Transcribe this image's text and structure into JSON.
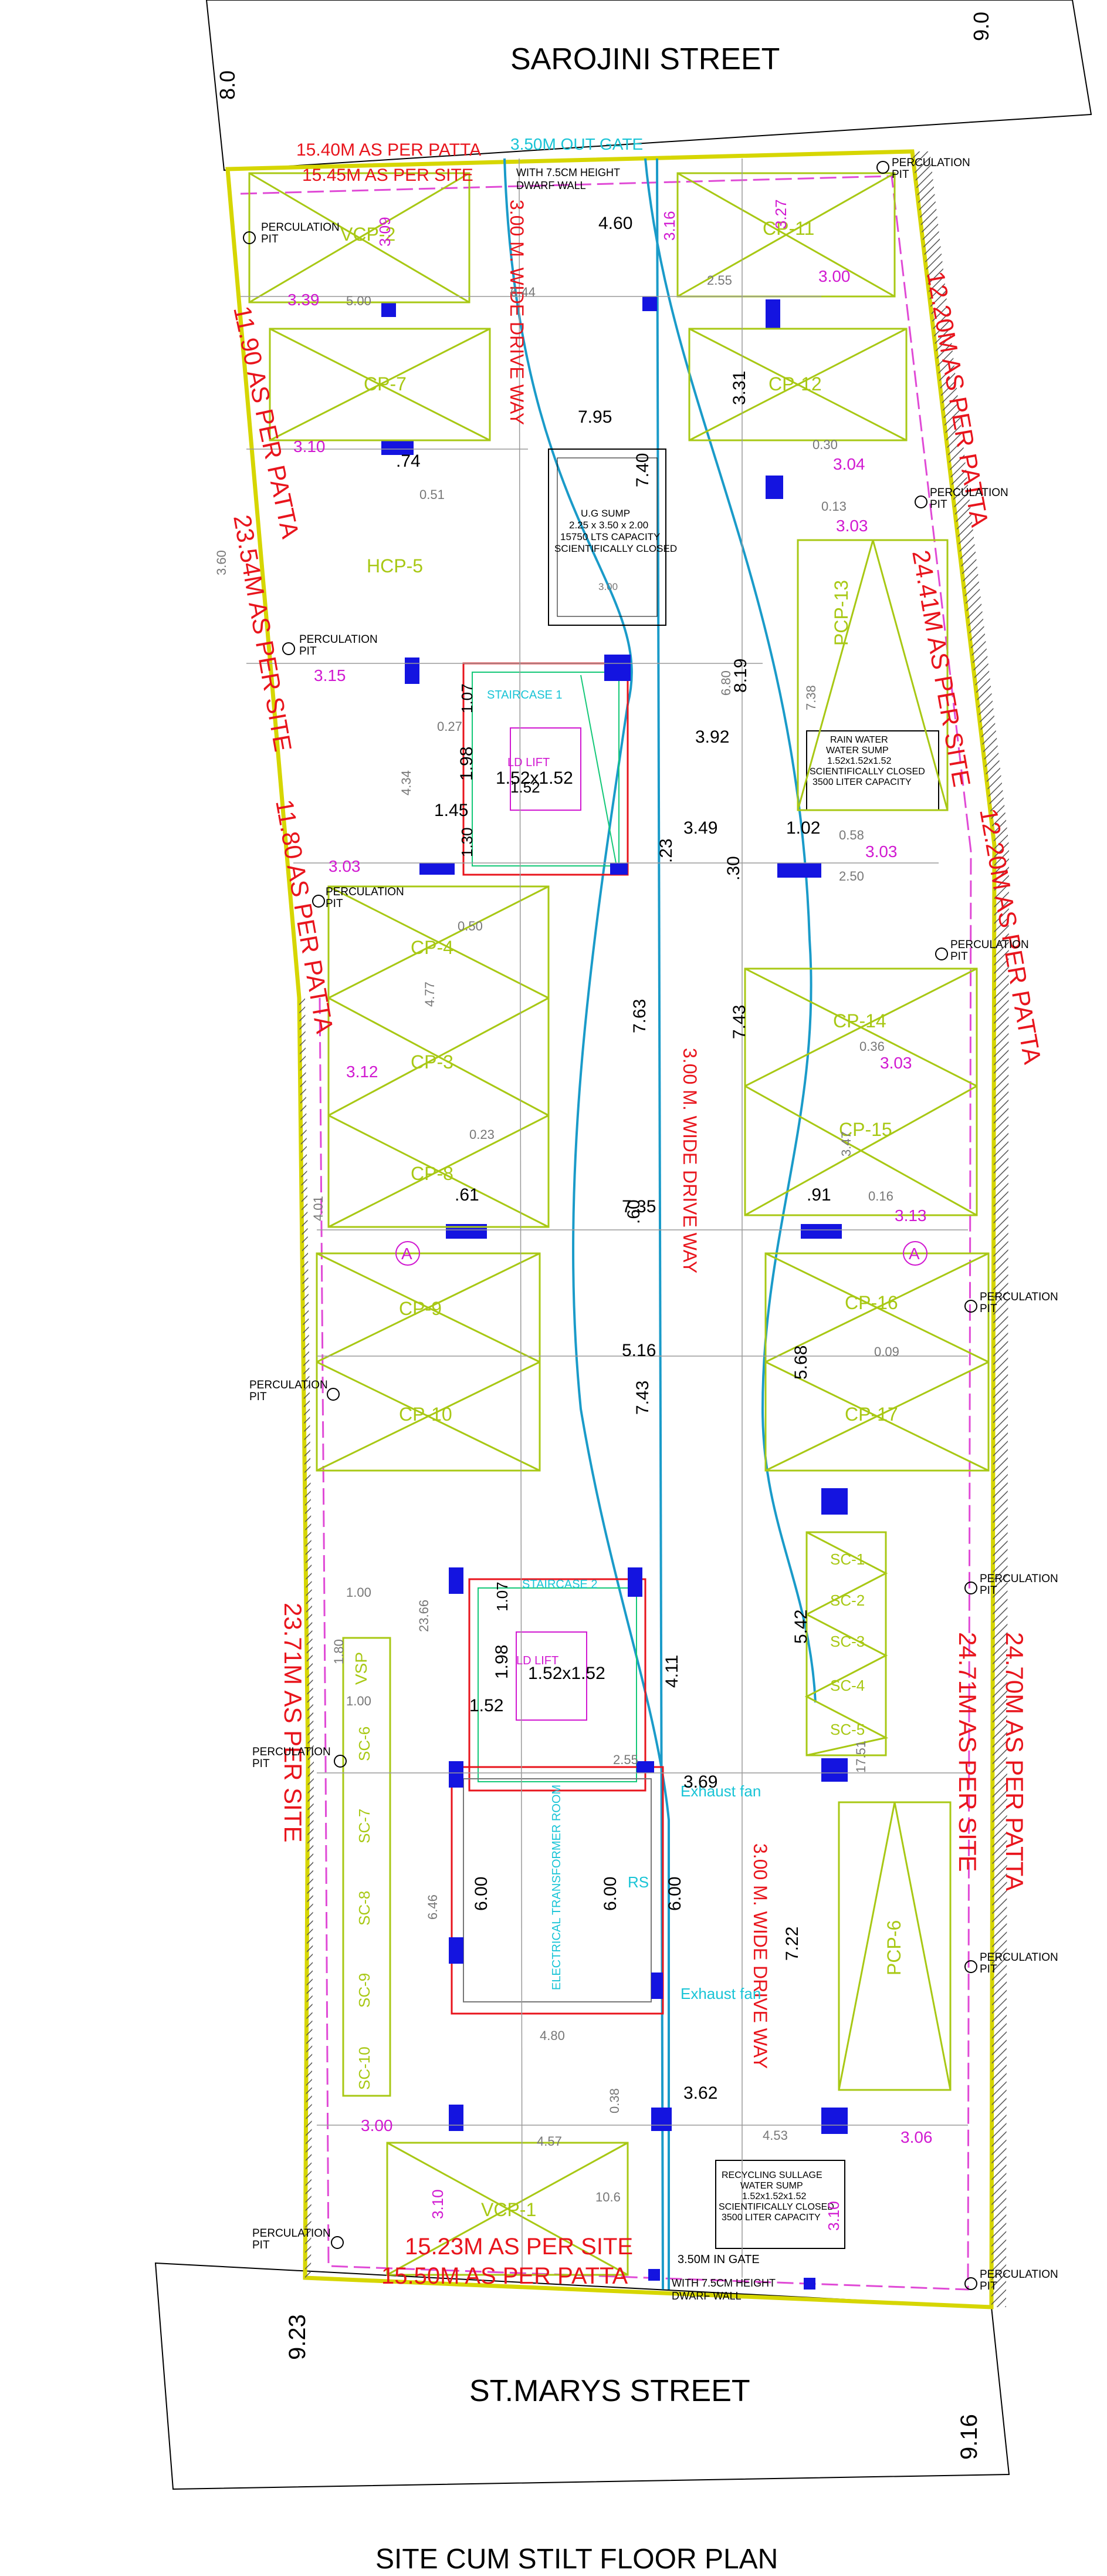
{
  "plan": {
    "caption": "SITE CUM STILT FLOOR PLAN",
    "streets": {
      "north": "SAROJINI STREET",
      "south": "ST.MARYS STREET"
    },
    "gates": {
      "out": "3.50M  OUT  GATE",
      "in": "3.50M IN   GATE",
      "wall_1": "WITH 7.5CM HEIGHT",
      "wall_2": "DWARF WALL"
    },
    "site_labels": [
      "15.40M AS PER PATTA",
      "15.45M AS PER SITE",
      "11.90 AS PER PATTA",
      "23.54M AS PER SITE",
      "11.80 AS PER PATTA",
      "23.71M AS PER SITE",
      "12.20M AS PER PATTA",
      "24.41M AS PER SITE",
      "12.20M AS PER PATTA",
      "24.71M AS PER SITE",
      "24.70M AS PER PATTA",
      "15.23M AS PER SITE",
      "15.50M AS PER PATTA"
    ],
    "driveways": [
      "3.00 M. WIDE DRIVE WAY",
      "3.00 M. WIDE DRIVE WAY",
      "3.00 M. WIDE DRIVE WAY"
    ],
    "parking": [
      "VCP-2",
      "CP-7",
      "HCP-5",
      "CP-4",
      "CP-3",
      "CP-8",
      "CP-9",
      "CP-10",
      "CP-11",
      "CP-12",
      "PCP-13",
      "CP-14",
      "CP-15",
      "CP-16",
      "CP-17",
      "PCP-6",
      "VCP-1",
      "VSP"
    ],
    "scooter": [
      "SC-1",
      "SC-2",
      "SC-3",
      "SC-4",
      "SC-5",
      "SC-6",
      "SC-7",
      "SC-8",
      "SC-9",
      "SC-10"
    ],
    "percolation": {
      "label_1": "PERCULATION",
      "label_2": "PIT"
    },
    "sump": {
      "title": "U.G SUMP",
      "size": "2.25 x 3.50 x 2.00",
      "capacity": "15750 LTS CAPACITY",
      "note": "SCIENTIFICALLY CLOSED",
      "width": "3.00"
    },
    "rain_sump": [
      "RAIN WATER",
      "WATER  SUMP",
      "1.52x1.52x1.52",
      "SCIENTIFICALLY CLOSED",
      "3500 LITER CAPACITY"
    ],
    "recycling_sump": [
      "RECYCLING SULLAGE",
      "WATER  SUMP",
      "1.52x1.52x1.52",
      "SCIENTIFICALLY CLOSED",
      "3500 LITER CAPACITY"
    ],
    "transformer": "ELECTRICAL TRANSFORMER ROOM",
    "exhaust": "Exhaust fan",
    "rs": "RS",
    "staircases": {
      "s1": "STAIRCASE 1",
      "s2": "STAIRCASE 2",
      "lift": "LD LIFT",
      "lift_size": "1.52x1.52"
    },
    "section": "A",
    "dims_black": [
      "4.60",
      "7.95",
      "7.40",
      "8.19",
      "3.31",
      "3.92",
      "3.49",
      "1.02",
      "7.63",
      "7.43",
      "7.35",
      "5.16",
      "7.43",
      "5.68",
      "4.11",
      "5.42",
      "3.69",
      "3.62",
      "7.22",
      "6.00",
      "6.00",
      "6.00",
      "1.98",
      "1.45",
      "1.07",
      "1.30",
      "1.52",
      "1.07",
      "1.98",
      "1.52",
      ".61",
      ".60",
      ".91",
      ".23",
      ".30",
      ".74",
      "9.23",
      "9.16",
      "8.0",
      "9.0"
    ],
    "dims_magenta": [
      "3.39",
      "3.10",
      "3.15",
      "3.03",
      "3.12",
      "3.00",
      "3.00",
      "3.04",
      "3.03",
      "3.03",
      "3.03",
      "3.13",
      "3.06",
      "3.16",
      "3.27",
      "3.09",
      "3.10",
      "3.10"
    ],
    "dims_grey": [
      "5.00",
      "6.44",
      "2.55",
      "0.51",
      "3.60",
      "0.27",
      "4.34",
      "0.50",
      "4.77",
      "0.23",
      "4.01",
      "0.58",
      "2.50",
      "0.36",
      "3.47",
      "0.16",
      "0.09",
      "1.00",
      "1.80",
      "1.00",
      "23.66",
      "6.46",
      "4.80",
      "4.57",
      "10.6",
      "4.53",
      "0.38",
      "2.55",
      "17.51",
      "0.13",
      "0.30",
      "7.38",
      "6.80"
    ]
  },
  "colors": {
    "boundary": "#d6d600",
    "setback": "#e04ad6",
    "hatch": "#555555",
    "column": "#1414e0",
    "driveway_path": "#1a9bc9",
    "stair_line": "#14c878",
    "parking": "#a8c814",
    "dimension": "#9a9a9a"
  }
}
